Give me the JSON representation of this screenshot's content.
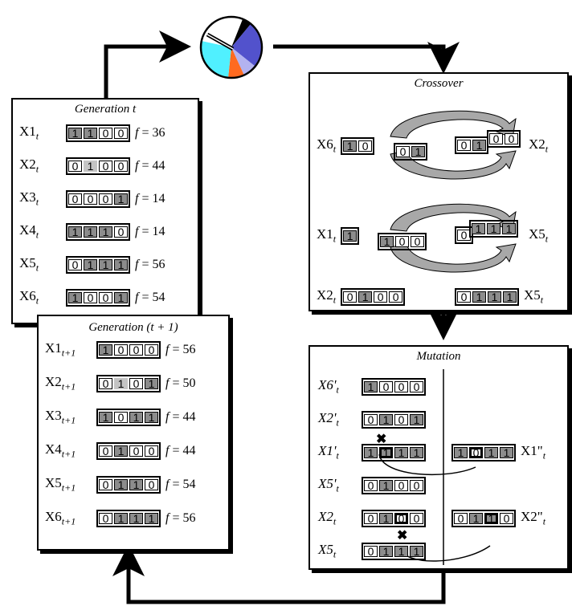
{
  "diagram": {
    "generation_t": {
      "title": "Generation t",
      "rows": [
        {
          "label": "X1",
          "sub": "t",
          "genes": [
            "1",
            "1",
            "0",
            "0"
          ],
          "shade": [
            "d",
            "d",
            "w",
            "w"
          ],
          "fitness": "f = 36"
        },
        {
          "label": "X2",
          "sub": "t",
          "genes": [
            "0",
            "1",
            "0",
            "0"
          ],
          "shade": [
            "w",
            "l",
            "w",
            "w"
          ],
          "fitness": "f = 44"
        },
        {
          "label": "X3",
          "sub": "t",
          "genes": [
            "0",
            "0",
            "0",
            "1"
          ],
          "shade": [
            "w",
            "w",
            "w",
            "d"
          ],
          "fitness": "f = 14"
        },
        {
          "label": "X4",
          "sub": "t",
          "genes": [
            "1",
            "1",
            "1",
            "0"
          ],
          "shade": [
            "d",
            "d",
            "d",
            "w"
          ],
          "fitness": "f = 14"
        },
        {
          "label": "X5",
          "sub": "t",
          "genes": [
            "0",
            "1",
            "1",
            "1"
          ],
          "shade": [
            "w",
            "d",
            "d",
            "d"
          ],
          "fitness": "f = 56"
        },
        {
          "label": "X6",
          "sub": "t",
          "genes": [
            "1",
            "0",
            "0",
            "1"
          ],
          "shade": [
            "d",
            "w",
            "w",
            "d"
          ],
          "fitness": "f = 54"
        }
      ]
    },
    "generation_t1": {
      "title": "Generation (t + 1)",
      "rows": [
        {
          "label": "X1",
          "sub": "t+1",
          "genes": [
            "1",
            "0",
            "0",
            "0"
          ],
          "shade": [
            "d",
            "w",
            "w",
            "w"
          ],
          "fitness": "f = 56"
        },
        {
          "label": "X2",
          "sub": "t+1",
          "genes": [
            "0",
            "1",
            "0",
            "1"
          ],
          "shade": [
            "w",
            "l",
            "w",
            "d"
          ],
          "fitness": "f = 50"
        },
        {
          "label": "X3",
          "sub": "t+1",
          "genes": [
            "1",
            "0",
            "1",
            "1"
          ],
          "shade": [
            "d",
            "w",
            "d",
            "d"
          ],
          "fitness": "f = 44"
        },
        {
          "label": "X4",
          "sub": "t+1",
          "genes": [
            "0",
            "1",
            "0",
            "0"
          ],
          "shade": [
            "w",
            "d",
            "w",
            "w"
          ],
          "fitness": "f = 44"
        },
        {
          "label": "X5",
          "sub": "t+1",
          "genes": [
            "0",
            "1",
            "1",
            "0"
          ],
          "shade": [
            "w",
            "d",
            "d",
            "w"
          ],
          "fitness": "f = 54"
        },
        {
          "label": "X6",
          "sub": "t+1",
          "genes": [
            "0",
            "1",
            "1",
            "1"
          ],
          "shade": [
            "w",
            "d",
            "d",
            "d"
          ],
          "fitness": "f = 56"
        }
      ]
    },
    "crossover": {
      "title": "Crossover",
      "pair1": {
        "left_label": "X6",
        "left_sub": "t",
        "left_a": [
          "1",
          "0"
        ],
        "left_b": [
          "0",
          "1"
        ],
        "right_label": "X2",
        "right_sub": "t",
        "right_a": [
          "0",
          "1"
        ],
        "right_b": [
          "0",
          "0"
        ]
      },
      "pair2": {
        "left_label": "X1",
        "left_sub": "t",
        "left_a": [
          "1"
        ],
        "left_b": [
          "1",
          "0",
          "0"
        ],
        "right_label": "X5",
        "right_sub": "t",
        "right_a": [
          "0"
        ],
        "right_b": [
          "1",
          "1",
          "1"
        ]
      },
      "pair3": {
        "left_label": "X2",
        "left_sub": "t",
        "left_genes": [
          "0",
          "1",
          "0",
          "0"
        ],
        "right_label": "X5",
        "right_sub": "t",
        "right_genes": [
          "0",
          "1",
          "1",
          "1"
        ]
      }
    },
    "mutation": {
      "title": "Mutation",
      "rows": [
        {
          "label": "X6'",
          "sub": "t",
          "genes": [
            "1",
            "0",
            "0",
            "0"
          ]
        },
        {
          "label": "X2'",
          "sub": "t",
          "genes": [
            "0",
            "1",
            "0",
            "1"
          ]
        },
        {
          "label": "X1'",
          "sub": "t",
          "genes": [
            "1",
            "1",
            "1",
            "1"
          ]
        },
        {
          "label": "X5'",
          "sub": "t",
          "genes": [
            "0",
            "1",
            "0",
            "0"
          ]
        },
        {
          "label": "X2",
          "sub": "t",
          "genes": [
            "0",
            "1",
            "0",
            "0"
          ]
        },
        {
          "label": "X5",
          "sub": "t",
          "genes": [
            "0",
            "1",
            "1",
            "1"
          ]
        }
      ],
      "mutated": [
        {
          "label": "X1\"",
          "sub": "t",
          "genes": [
            "1",
            "0",
            "1",
            "1"
          ]
        },
        {
          "label": "X2\"",
          "sub": "t",
          "genes": [
            "0",
            "1",
            "1",
            "0"
          ]
        }
      ]
    },
    "roulette_wheel": {
      "colors": [
        "#ffffff",
        "#000000",
        "#5252cc",
        "#b3b3f0",
        "#ff6a20",
        "#50f0ff"
      ]
    }
  }
}
